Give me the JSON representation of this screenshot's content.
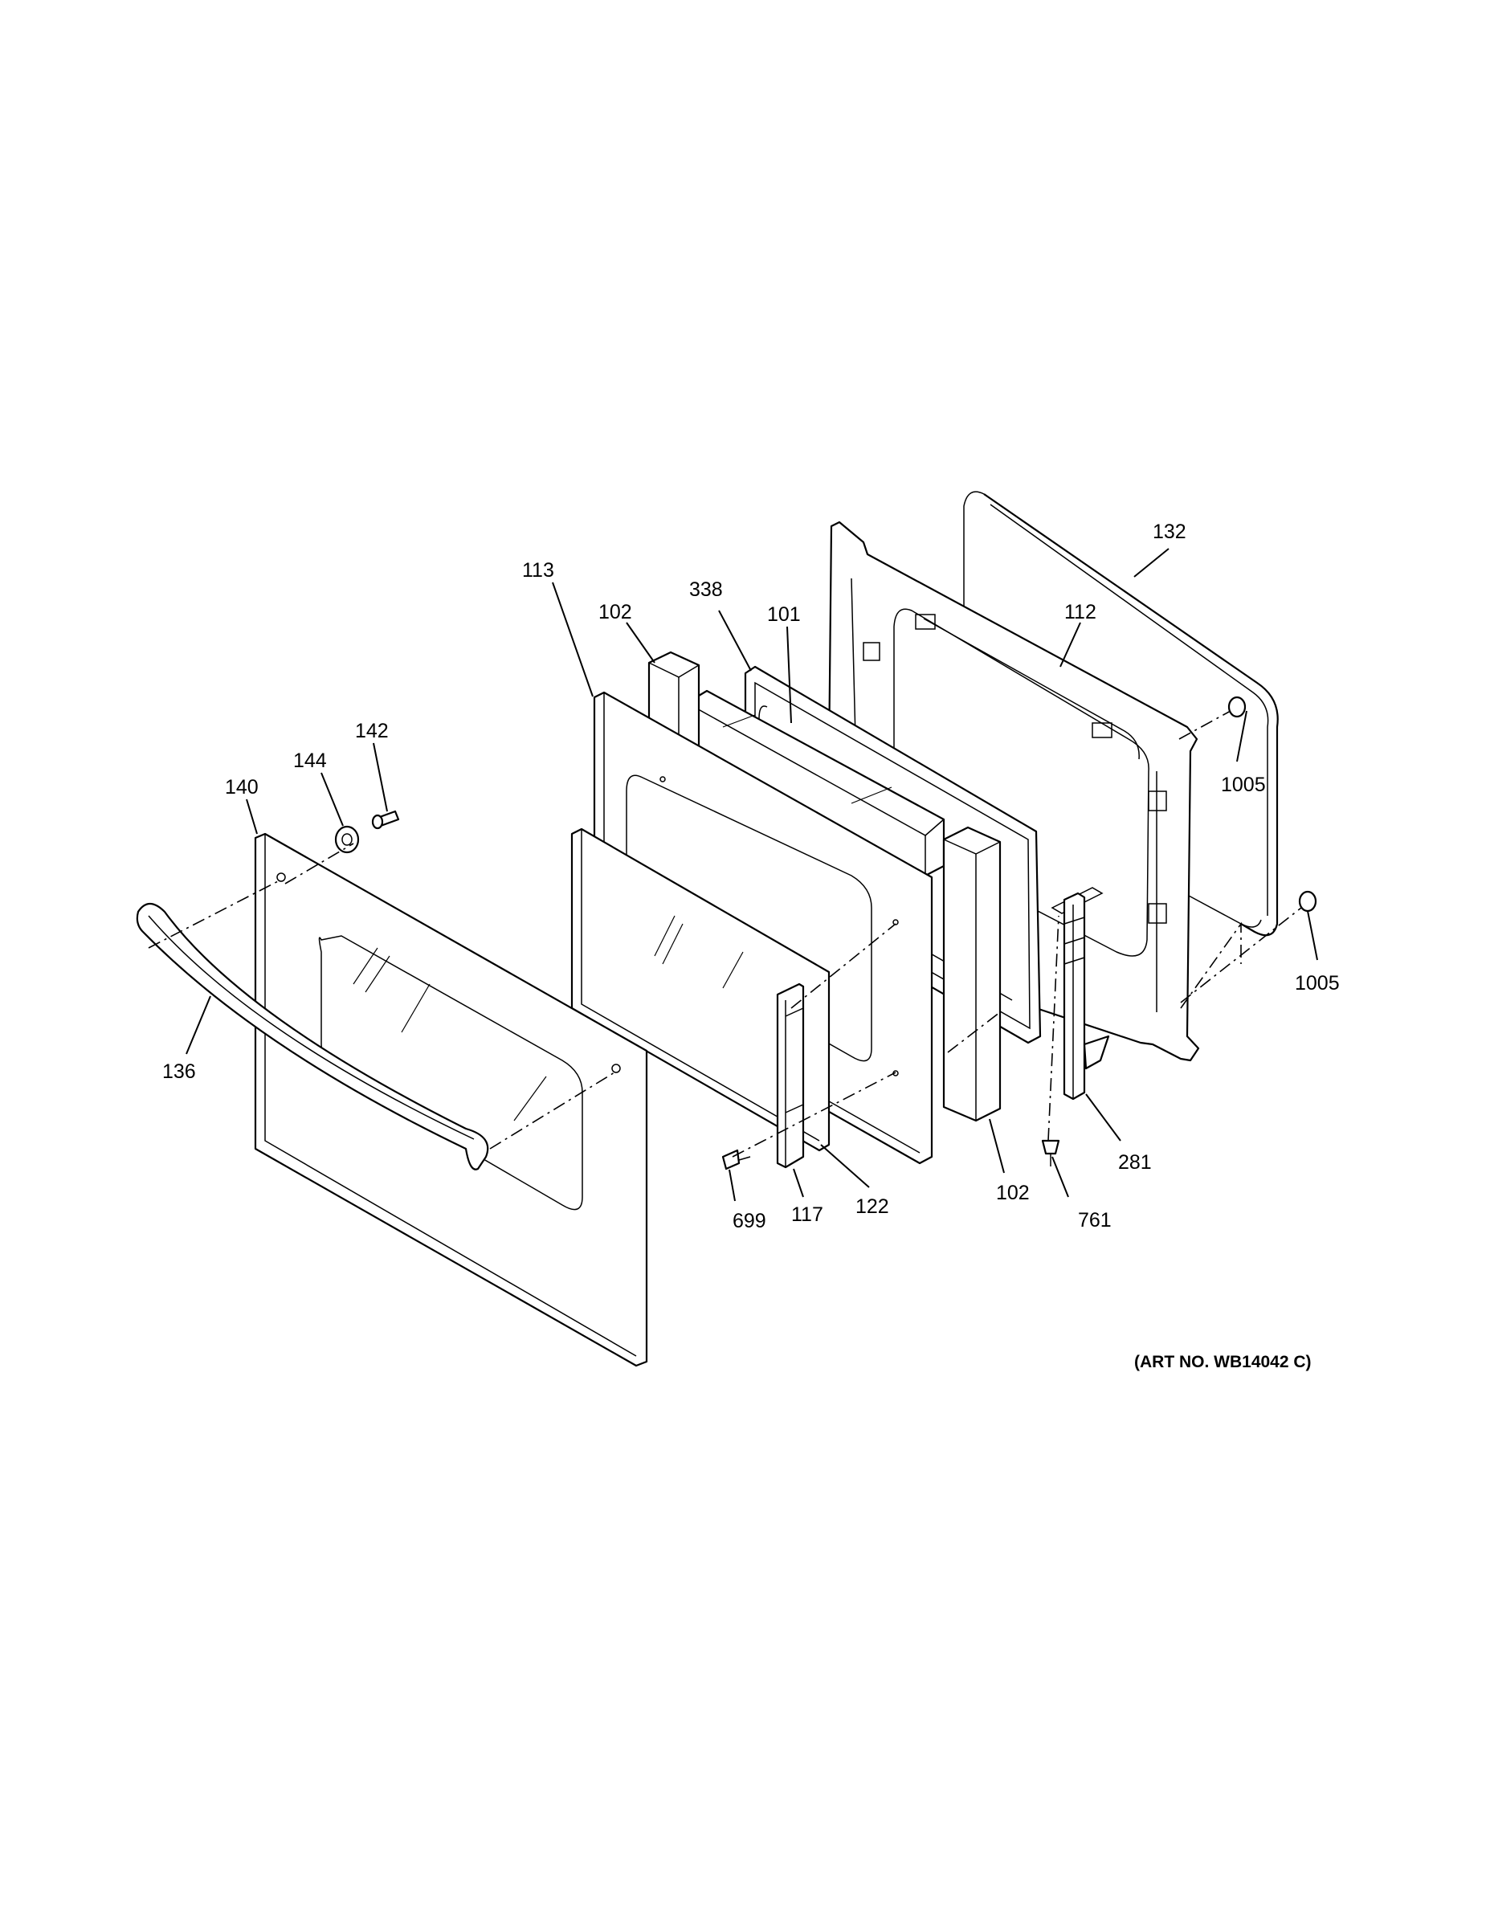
{
  "callouts": [
    {
      "id": "132",
      "text": "132"
    },
    {
      "id": "113",
      "text": "113"
    },
    {
      "id": "338",
      "text": "338"
    },
    {
      "id": "102a",
      "text": "102"
    },
    {
      "id": "101",
      "text": "101"
    },
    {
      "id": "112",
      "text": "112"
    },
    {
      "id": "142",
      "text": "142"
    },
    {
      "id": "144",
      "text": "144"
    },
    {
      "id": "140",
      "text": "140"
    },
    {
      "id": "1005a",
      "text": "1005"
    },
    {
      "id": "1005b",
      "text": "1005"
    },
    {
      "id": "136",
      "text": "136"
    },
    {
      "id": "281",
      "text": "281"
    },
    {
      "id": "102b",
      "text": "102"
    },
    {
      "id": "122",
      "text": "122"
    },
    {
      "id": "699",
      "text": "699"
    },
    {
      "id": "117",
      "text": "117"
    },
    {
      "id": "761",
      "text": "761"
    }
  ],
  "art_number": "(ART NO. WB14042 C)"
}
